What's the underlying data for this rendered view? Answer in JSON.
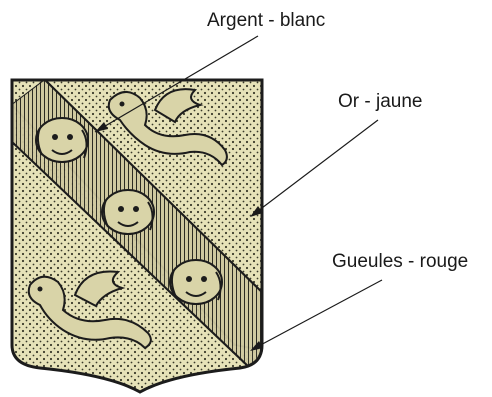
{
  "labels": {
    "argent": "Argent - blanc",
    "or": "Or - jaune",
    "gueules": "Gueules - rouge"
  },
  "colors": {
    "field": "#e6e2b8",
    "dots": "#3a3a2a",
    "bend_hatch": "#2b2b22",
    "outline": "#1c1c1c",
    "charges": "#d9d4a8",
    "leader_line": "#1a1a1a"
  },
  "icons": {
    "shield": "heraldic-shield-icon",
    "dragon": "dragon-icon",
    "lion_head": "lion-head-icon"
  }
}
